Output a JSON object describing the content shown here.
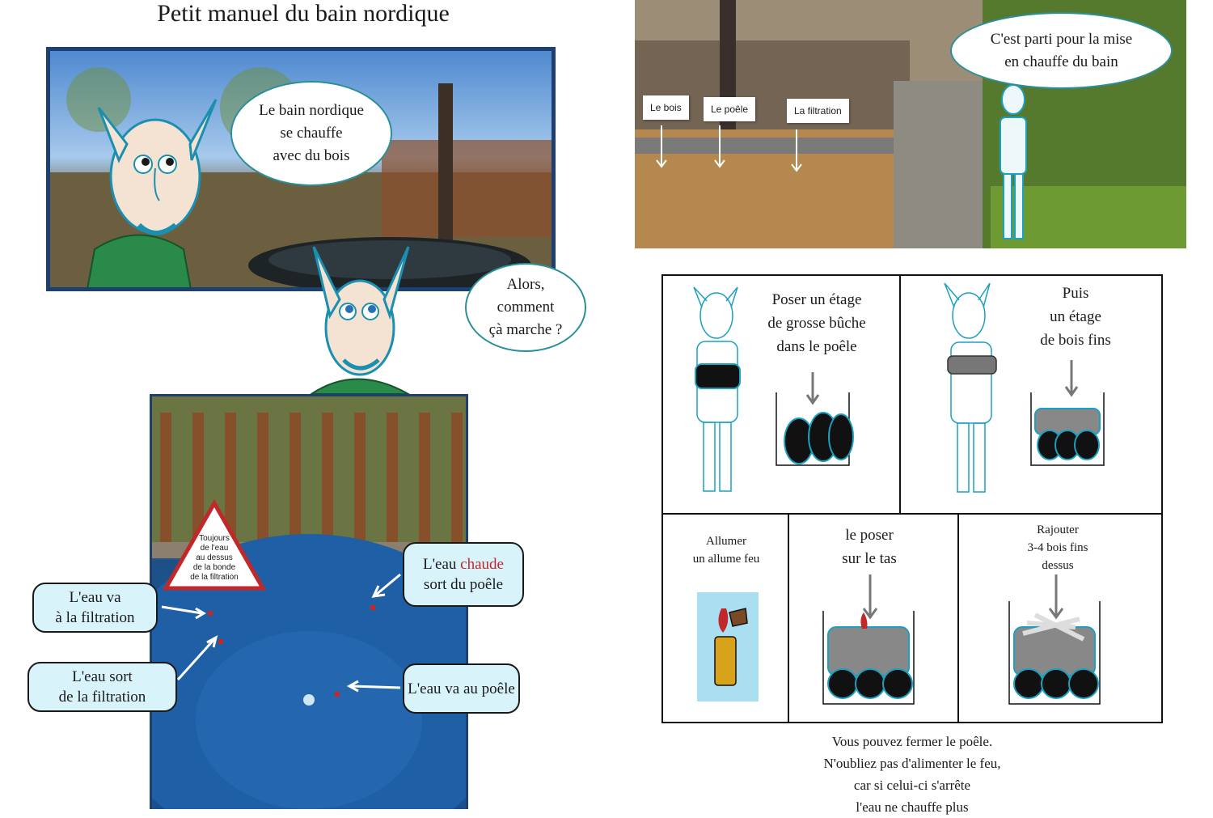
{
  "title": "Petit manuel du bain nordique",
  "panel1": {
    "bubble1": "Le bain nordique\nse chauffe\navec du bois",
    "bubble2": "Alors,\ncomment\nçà marche ?"
  },
  "panel2": {
    "bubble": "C'est parti pour la mise\nen chauffe du bain",
    "labels": [
      "Le bois",
      "Le poêle",
      "La filtration"
    ]
  },
  "panel3": {
    "warning": "Toujours\nde l'eau\nau dessus\nde la bonde\nde la filtration",
    "box_hot_prefix": "L'eau ",
    "box_hot_word": "chaude",
    "box_hot_suffix": "sort du poêle",
    "box_to_filtration": "L'eau va\nà la filtration",
    "box_from_filtration": "L'eau sort\nde la filtration",
    "box_to_stove": "L'eau va au poêle"
  },
  "steps": {
    "step1": "Poser un étage\nde grosse bûche\ndans le poêle",
    "step2": "Puis\nun étage\nde bois fins",
    "step3": "Allumer\nun allume feu",
    "step4": "le poser\nsur le tas",
    "step5": "Rajouter\n3-4 bois fins\ndessus"
  },
  "footer": [
    "Vous pouvez fermer le poêle.",
    "N'oubliez pas d'alimenter le feu,",
    "car si celui-ci s'arrête",
    "l'eau ne chauffe plus"
  ],
  "colors": {
    "accent": "#2a8f98",
    "frame": "#1d3f72",
    "box_fill": "#d9f3fb",
    "highlight": "#c0282a"
  }
}
